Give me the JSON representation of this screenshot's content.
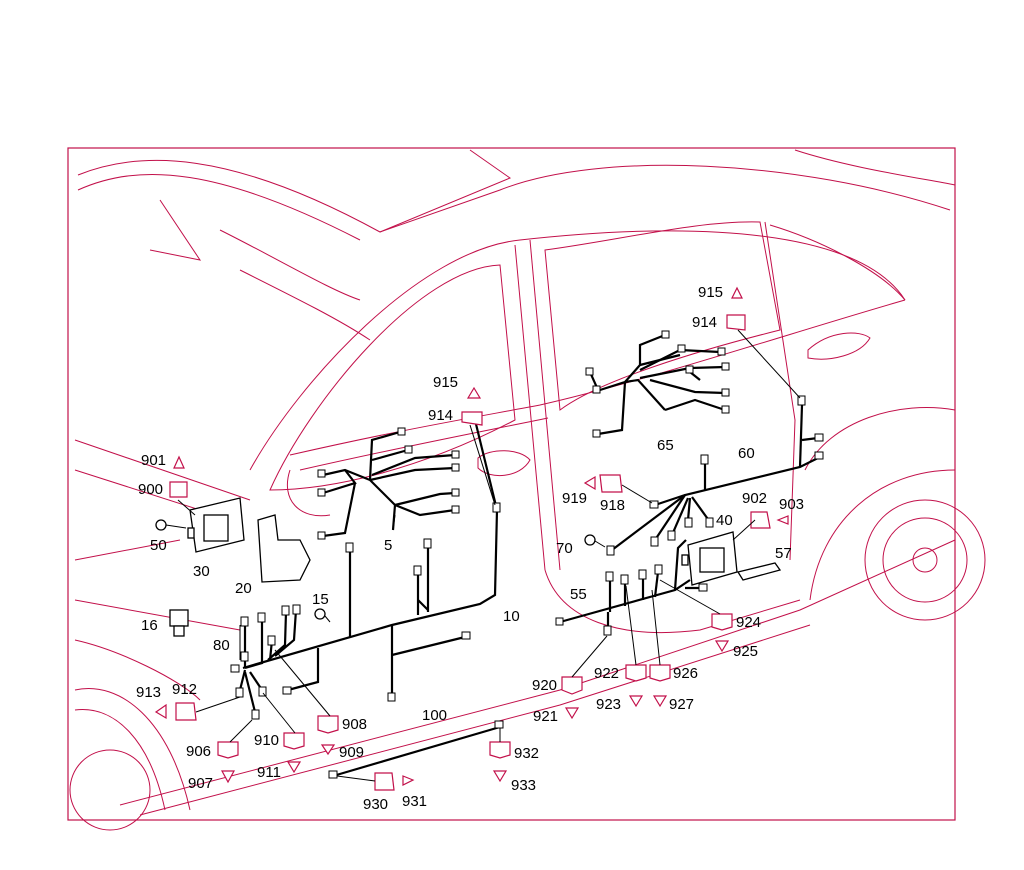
{
  "diagram": {
    "description_free": true,
    "colors": {
      "outline": "#c2104a",
      "wire": "#000000",
      "border": "#c2104a"
    },
    "labels": {
      "l5": "5",
      "l10": "10",
      "l15": "15",
      "l16": "16",
      "l20": "20",
      "l30": "30",
      "l40": "40",
      "l50": "50",
      "l55": "55",
      "l57": "57",
      "l60": "60",
      "l65": "65",
      "l70": "70",
      "l80": "80",
      "l100": "100",
      "l900": "900",
      "l901": "901",
      "l902": "902",
      "l903": "903",
      "l906": "906",
      "l907": "907",
      "l908": "908",
      "l909": "909",
      "l910": "910",
      "l911": "911",
      "l912": "912",
      "l913": "913",
      "l914a": "914",
      "l915a": "915",
      "l914b": "914",
      "l915b": "915",
      "l918": "918",
      "l919": "919",
      "l920": "920",
      "l921": "921",
      "l922": "922",
      "l923": "923",
      "l924": "924",
      "l925": "925",
      "l926": "926",
      "l927": "927",
      "l930": "930",
      "l931": "931",
      "l932": "932",
      "l933": "933"
    }
  }
}
